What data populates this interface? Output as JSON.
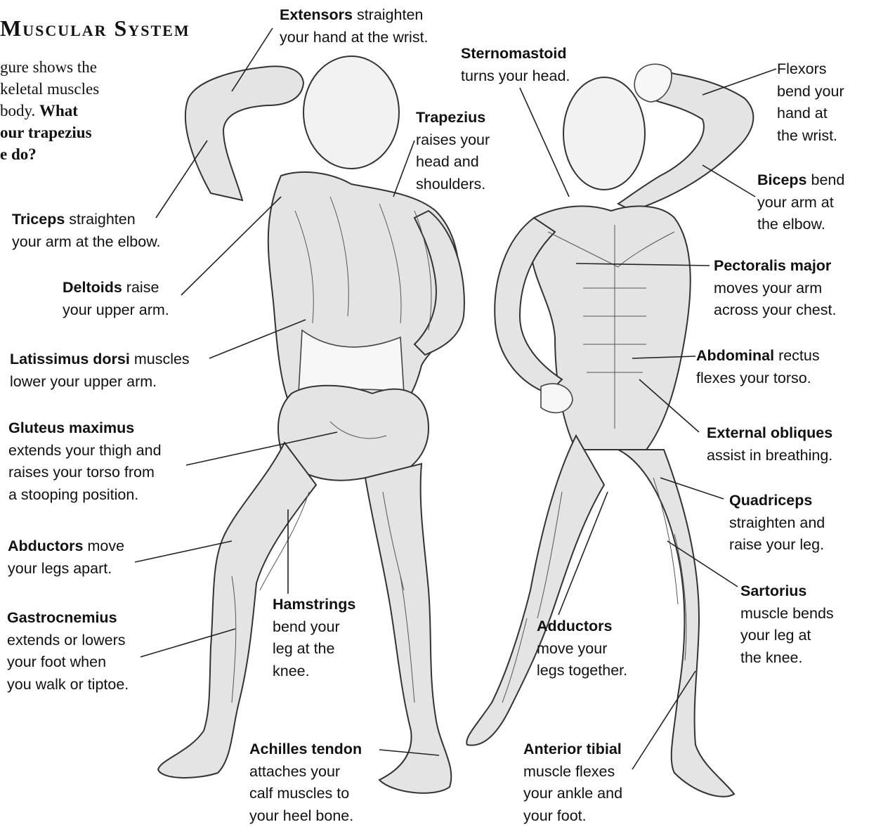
{
  "title": "Muscular System",
  "intro": {
    "l1": "gure shows the",
    "l2": "keletal muscles",
    "l3": "body.",
    "l3b": "What",
    "l4": "our trapezius",
    "l5": "e do?"
  },
  "labels": {
    "extensors": {
      "name": "Extensors",
      "text1": " straighten",
      "text2": "your hand at the wrist."
    },
    "sternomastoid": {
      "name": "Sternomastoid",
      "text2": "turns your head."
    },
    "trapezius": {
      "name": "Trapezius",
      "text2": "raises your",
      "text3": "head and",
      "text4": "shoulders."
    },
    "flexors": {
      "name": "Flexors",
      "text2": "bend your",
      "text3": "hand at",
      "text4": "the wrist."
    },
    "biceps": {
      "name": "Biceps",
      "text1": " bend",
      "text2": "your arm at",
      "text3": "the elbow."
    },
    "triceps": {
      "name": "Triceps",
      "text1": " straighten",
      "text2": "your arm at the elbow."
    },
    "deltoids": {
      "name": "Deltoids",
      "text1": " raise",
      "text2": "your upper arm."
    },
    "pectoralis": {
      "name": "Pectoralis major",
      "text2": "moves your arm",
      "text3": "across your chest."
    },
    "latissimus": {
      "name": "Latissimus dorsi",
      "text1": " muscles",
      "text2": "lower your upper arm."
    },
    "abdominal": {
      "name": "Abdominal",
      "text1": " rectus",
      "text2": "flexes your torso."
    },
    "gluteus": {
      "name": "Gluteus maximus",
      "text2": "extends your thigh and",
      "text3": "raises your torso from",
      "text4": "a stooping position."
    },
    "obliques": {
      "name": "External obliques",
      "text2": "assist in breathing."
    },
    "quadriceps": {
      "name": "Quadriceps",
      "text2": "straighten and",
      "text3": "raise your leg."
    },
    "abductors": {
      "name": "Abductors",
      "text1": " move",
      "text2": "your legs apart."
    },
    "sartorius": {
      "name": "Sartorius",
      "text2": "muscle bends",
      "text3": "your leg at",
      "text4": "the knee."
    },
    "hamstrings": {
      "name": "Hamstrings",
      "text2": "bend your",
      "text3": "leg at the",
      "text4": "knee."
    },
    "gastrocnemius": {
      "name": "Gastrocnemius",
      "text2": "extends or lowers",
      "text3": "your foot when",
      "text4": "you walk or tiptoe."
    },
    "adductors": {
      "name": "Adductors",
      "text2": "move your",
      "text3": "legs together."
    },
    "achilles": {
      "name": "Achilles tendon",
      "text2": "attaches your",
      "text3": "calf muscles to",
      "text4": "your heel bone."
    },
    "tibial": {
      "name": "Anterior tibial",
      "text2": "muscle flexes",
      "text3": "your ankle and",
      "text4": "your foot."
    }
  }
}
